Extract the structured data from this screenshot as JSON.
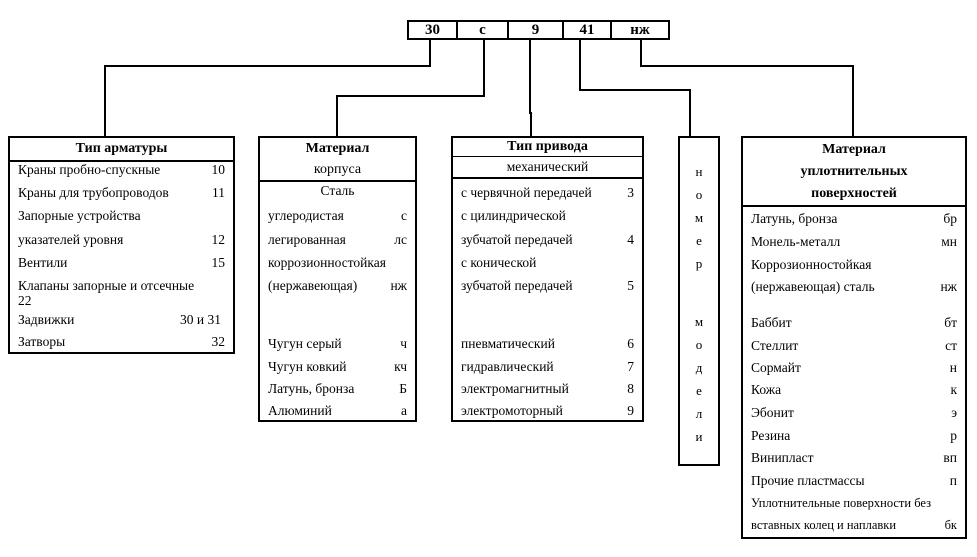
{
  "code": [
    "30",
    "с",
    "9",
    "41",
    "нж"
  ],
  "armature_type": {
    "title": "Тип арматуры",
    "rows": [
      {
        "label": "Краны пробно-спускные",
        "code": "10"
      },
      {
        "label": "Краны для трубопроводов",
        "code": "11"
      },
      {
        "label": "Запорные устройства",
        "code": ""
      },
      {
        "label": "указателей уровня",
        "code": "12"
      },
      {
        "label": "Вентили",
        "code": "15"
      },
      {
        "label": "Клапаны запорные и отсечные",
        "code": ""
      },
      {
        "label": "22",
        "code": ""
      },
      {
        "label": "Задвижки",
        "code": "30 и 31"
      },
      {
        "label": "Затворы",
        "code": "32"
      }
    ]
  },
  "body_material": {
    "title_line1": "Материал",
    "title_line2": "корпуса",
    "subtitle": "Сталь",
    "rows": [
      {
        "label": "углеродистая",
        "code": "с"
      },
      {
        "label": "легированная",
        "code": "лс"
      },
      {
        "label": "коррозионностойкая",
        "code": ""
      },
      {
        "label": "(нержавеющая)",
        "code": "нж"
      },
      {
        "label": "Чугун серый",
        "code": "ч"
      },
      {
        "label": "Чугун ковкий",
        "code": "кч"
      },
      {
        "label": "Латунь, бронза",
        "code": "Б"
      },
      {
        "label": "Алюминий",
        "code": "а"
      }
    ]
  },
  "drive_type": {
    "title": "Тип привода",
    "subtitle": "механический",
    "rows": [
      {
        "label": "с червячной передачей",
        "code": "3"
      },
      {
        "label": "с цилиндрической",
        "code": ""
      },
      {
        "label": "зубчатой передачей",
        "code": "4"
      },
      {
        "label": "с конической",
        "code": ""
      },
      {
        "label": "зубчатой передачей",
        "code": "5"
      },
      {
        "label": "пневматический",
        "code": "6"
      },
      {
        "label": "гидравлический",
        "code": "7"
      },
      {
        "label": "электромагнитный",
        "code": "8"
      },
      {
        "label": "электромоторный",
        "code": "9"
      }
    ]
  },
  "model_number": {
    "letters": [
      "н",
      "о",
      "м",
      "е",
      "р",
      "м",
      "о",
      "д",
      "е",
      "л",
      "и"
    ]
  },
  "seal_material": {
    "title_line1": "Материал",
    "title_line2": "уплотнительных",
    "title_line3": "поверхностей",
    "rows": [
      {
        "label": "Латунь, бронза",
        "code": "бр"
      },
      {
        "label": "Монель-металл",
        "code": "мн"
      },
      {
        "label": "Коррозионностойкая",
        "code": ""
      },
      {
        "label": "(нержавеющая) сталь",
        "code": "нж"
      },
      {
        "label": "Баббит",
        "code": "бт"
      },
      {
        "label": "Стеллит",
        "code": "ст"
      },
      {
        "label": "Сормайт",
        "code": "н"
      },
      {
        "label": "Кожа",
        "code": "к"
      },
      {
        "label": "Эбонит",
        "code": "э"
      },
      {
        "label": "Резина",
        "code": "р"
      },
      {
        "label": "Винипласт",
        "code": "вп"
      },
      {
        "label": "Прочие пластмассы",
        "code": "п"
      },
      {
        "label": "Уплотнительные поверхности без",
        "code": ""
      },
      {
        "label": "вставных колец и наплавки",
        "code": "бк"
      }
    ]
  }
}
